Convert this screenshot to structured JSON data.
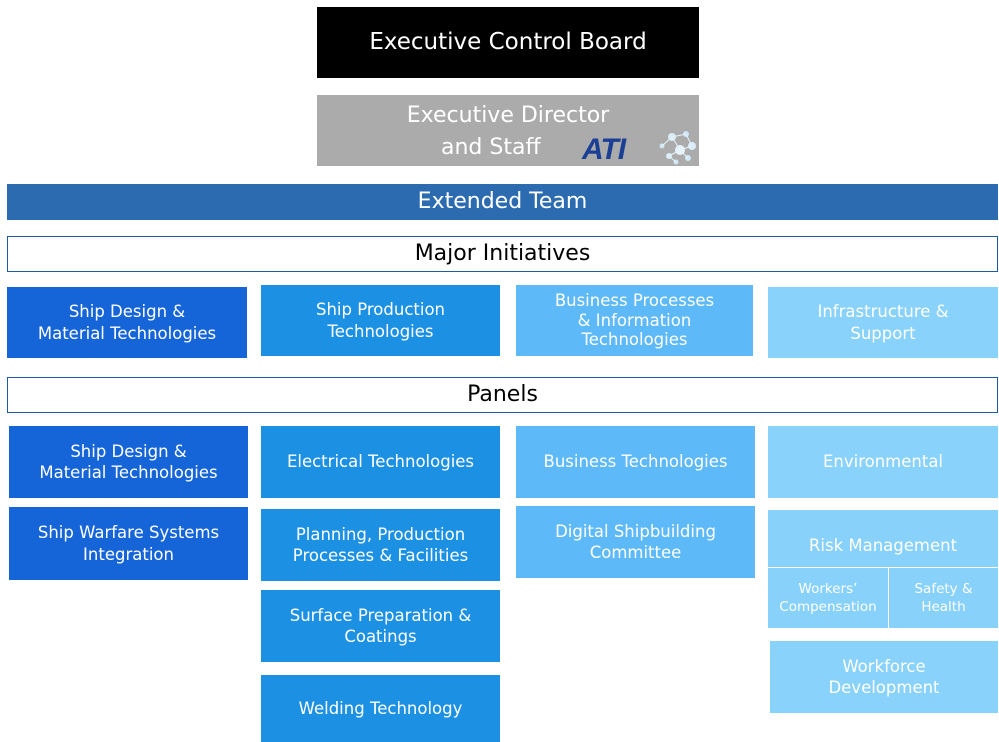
{
  "executive_control_board": "Executive Control Board",
  "executive_director": {
    "line1": "Executive Director",
    "line2": "and Staff",
    "logo_text": "ATI"
  },
  "extended_team": "Extended Team",
  "major_initiatives": {
    "heading": "Major Initiatives",
    "items": [
      "Ship Design &\nMaterial Technologies",
      "Ship Production\nTechnologies",
      "Business Processes\n& Information\nTechnologies",
      "Infrastructure &\nSupport"
    ]
  },
  "panels": {
    "heading": "Panels",
    "col1": [
      "Ship Design &\nMaterial Technologies",
      "Ship Warfare Systems\nIntegration"
    ],
    "col2": [
      "Electrical Technologies",
      "Planning, Production\nProcesses & Facilities",
      "Surface Preparation &\nCoatings",
      "Welding Technology"
    ],
    "col3": [
      "Business Technologies",
      "Digital Shipbuilding\nCommittee"
    ],
    "col4": {
      "environmental": "Environmental",
      "risk_management": {
        "title": "Risk Management",
        "sub": [
          "Workers’\nCompensation",
          "Safety &\nHealth"
        ]
      },
      "workforce_development": "Workforce\nDevelopment"
    }
  },
  "colors": {
    "column1": "#1565d8",
    "column2": "#1c91e4",
    "column3": "#5db9f7",
    "column4": "#88d2fb",
    "extended_team": "#2c6bb0",
    "executive_control_board": "#000000",
    "executive_director": "#ababab"
  }
}
